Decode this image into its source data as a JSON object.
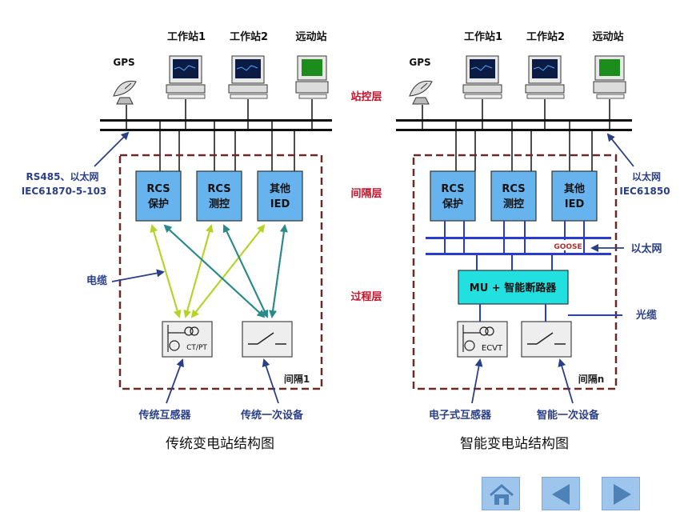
{
  "left": {
    "gps": "GPS",
    "ws1": "工作站1",
    "ws2": "工作站2",
    "remote": "远动站",
    "protocol_line1": "RS485、以太网",
    "protocol_line2": "IEC61870-5-103",
    "ied1_l1": "RCS",
    "ied1_l2": "保护",
    "ied2_l1": "RCS",
    "ied2_l2": "测控",
    "ied3_l1": "其他",
    "ied3_l2": "IED",
    "cable": "电缆",
    "ctpt": "CT/PT",
    "bay": "间隔1",
    "sensor": "传统互感器",
    "primary": "传统一次设备",
    "caption": "传统变电站结构图"
  },
  "middle": {
    "station_layer": "站控层",
    "bay_layer": "间隔层",
    "process_layer": "过程层"
  },
  "right": {
    "gps": "GPS",
    "ws1": "工作站1",
    "ws2": "工作站2",
    "remote": "远动站",
    "protocol_line1": "以太网",
    "protocol_line2": "IEC61850",
    "ied1_l1": "RCS",
    "ied1_l2": "保护",
    "ied2_l1": "RCS",
    "ied2_l2": "测控",
    "ied3_l1": "其他",
    "ied3_l2": "IED",
    "goose": "GOOSE",
    "ethernet": "以太网",
    "mu": "MU + 智能断路器",
    "fiber": "光缆",
    "ecvt": "ECVT",
    "bay": "间隔n",
    "sensor": "电子式互感器",
    "primary": "智能一次设备",
    "caption": "智能变电站结构图"
  },
  "nav": {
    "home": "home-icon",
    "prev": "prev-arrow-icon",
    "next": "next-arrow-icon"
  },
  "colors": {
    "ied_fill": "#66b3ee",
    "mu_fill": "#22e0e0",
    "bay_border": "#6b2a2a",
    "layer_label": "#c8142a",
    "navy": "#2b3f86",
    "yellow_green": "#b5d42a",
    "teal": "#2a8a8a",
    "bus_blue": "#2a3cd0"
  }
}
